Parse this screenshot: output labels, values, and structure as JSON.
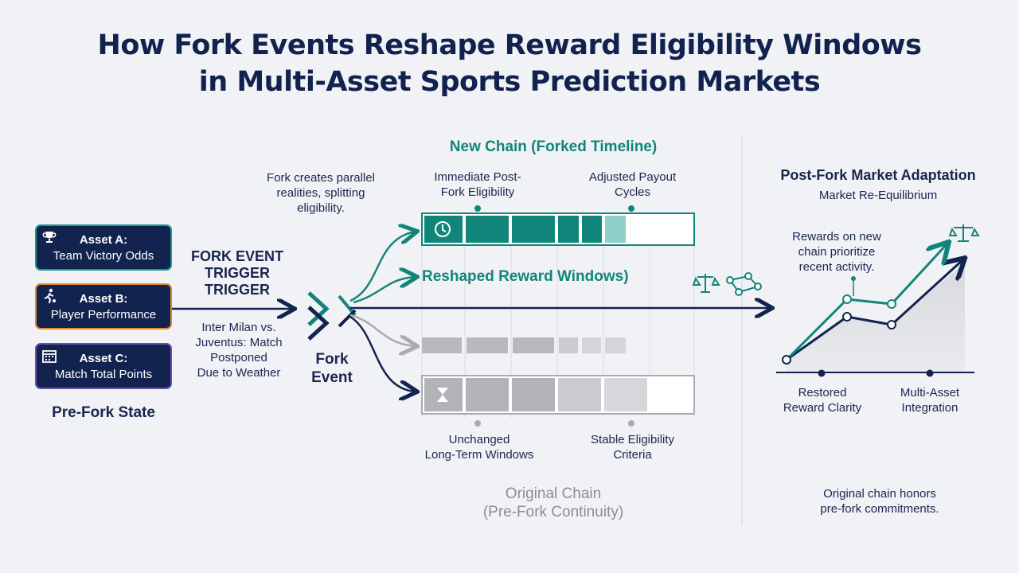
{
  "title": {
    "line1": "How Fork Events Reshape Reward Eligibility Windows",
    "line2": "in Multi-Asset Sports Prediction Markets"
  },
  "assets": [
    {
      "label": "Asset A:",
      "sub": "Team Victory Odds",
      "icon": "trophy-icon",
      "color": "#1a9b8a"
    },
    {
      "label": "Asset B:",
      "sub": "Player Performance",
      "icon": "player-icon",
      "color": "#e08a2a"
    },
    {
      "label": "Asset C:",
      "sub": "Match Total Points",
      "icon": "calendar-icon",
      "color": "#6a4fb5"
    }
  ],
  "pre_fork_label": "Pre-Fork State",
  "trigger": {
    "title_line1": "FORK EVENT",
    "title_line2": "TRIGGER",
    "title_line3": "TRIGGER",
    "desc_line1": "Inter Milan vs.",
    "desc_line2": "Juventus: Match",
    "desc_line3": "Postponed",
    "desc_line4": "Due to Weather"
  },
  "fork_event": {
    "line1": "Fork",
    "line2": "Event"
  },
  "fork_note": {
    "line1": "Fork creates parallel",
    "line2": "realities, splitting",
    "line3": "eligibility."
  },
  "new_chain": {
    "title": "New Chain (Forked Timeline)",
    "label_immediate_1": "Immediate Post-",
    "label_immediate_2": "Fork Eligibility",
    "label_adjusted_1": "Adjusted Payout",
    "label_adjusted_2": "Cycles",
    "reshaped": "Reshaped Reward Windows)"
  },
  "original_chain": {
    "title_line1": "Original Chain",
    "title_line2": "(Pre-Fork Continuity)",
    "label_unchanged_1": "Unchanged",
    "label_unchanged_2": "Long-Term Windows",
    "label_stable_1": "Stable Eligibility",
    "label_stable_2": "Criteria"
  },
  "adaptation": {
    "title": "Post-Fork Market Adaptation",
    "subtitle": "Market Re-Equilibrium",
    "note_line1": "Rewards on new",
    "note_line2": "chain prioritize",
    "note_line3": "recent activity.",
    "label_restored_1": "Restored",
    "label_restored_2": "Reward Clarity",
    "label_multi_1": "Multi-Asset",
    "label_multi_2": "Integration",
    "footer_line1": "Original chain honors",
    "footer_line2": "pre-fork commitments."
  },
  "colors": {
    "navy": "#13234f",
    "teal": "#12857a",
    "grey": "#a9abb0",
    "accent_light": "#8fd0c8"
  }
}
